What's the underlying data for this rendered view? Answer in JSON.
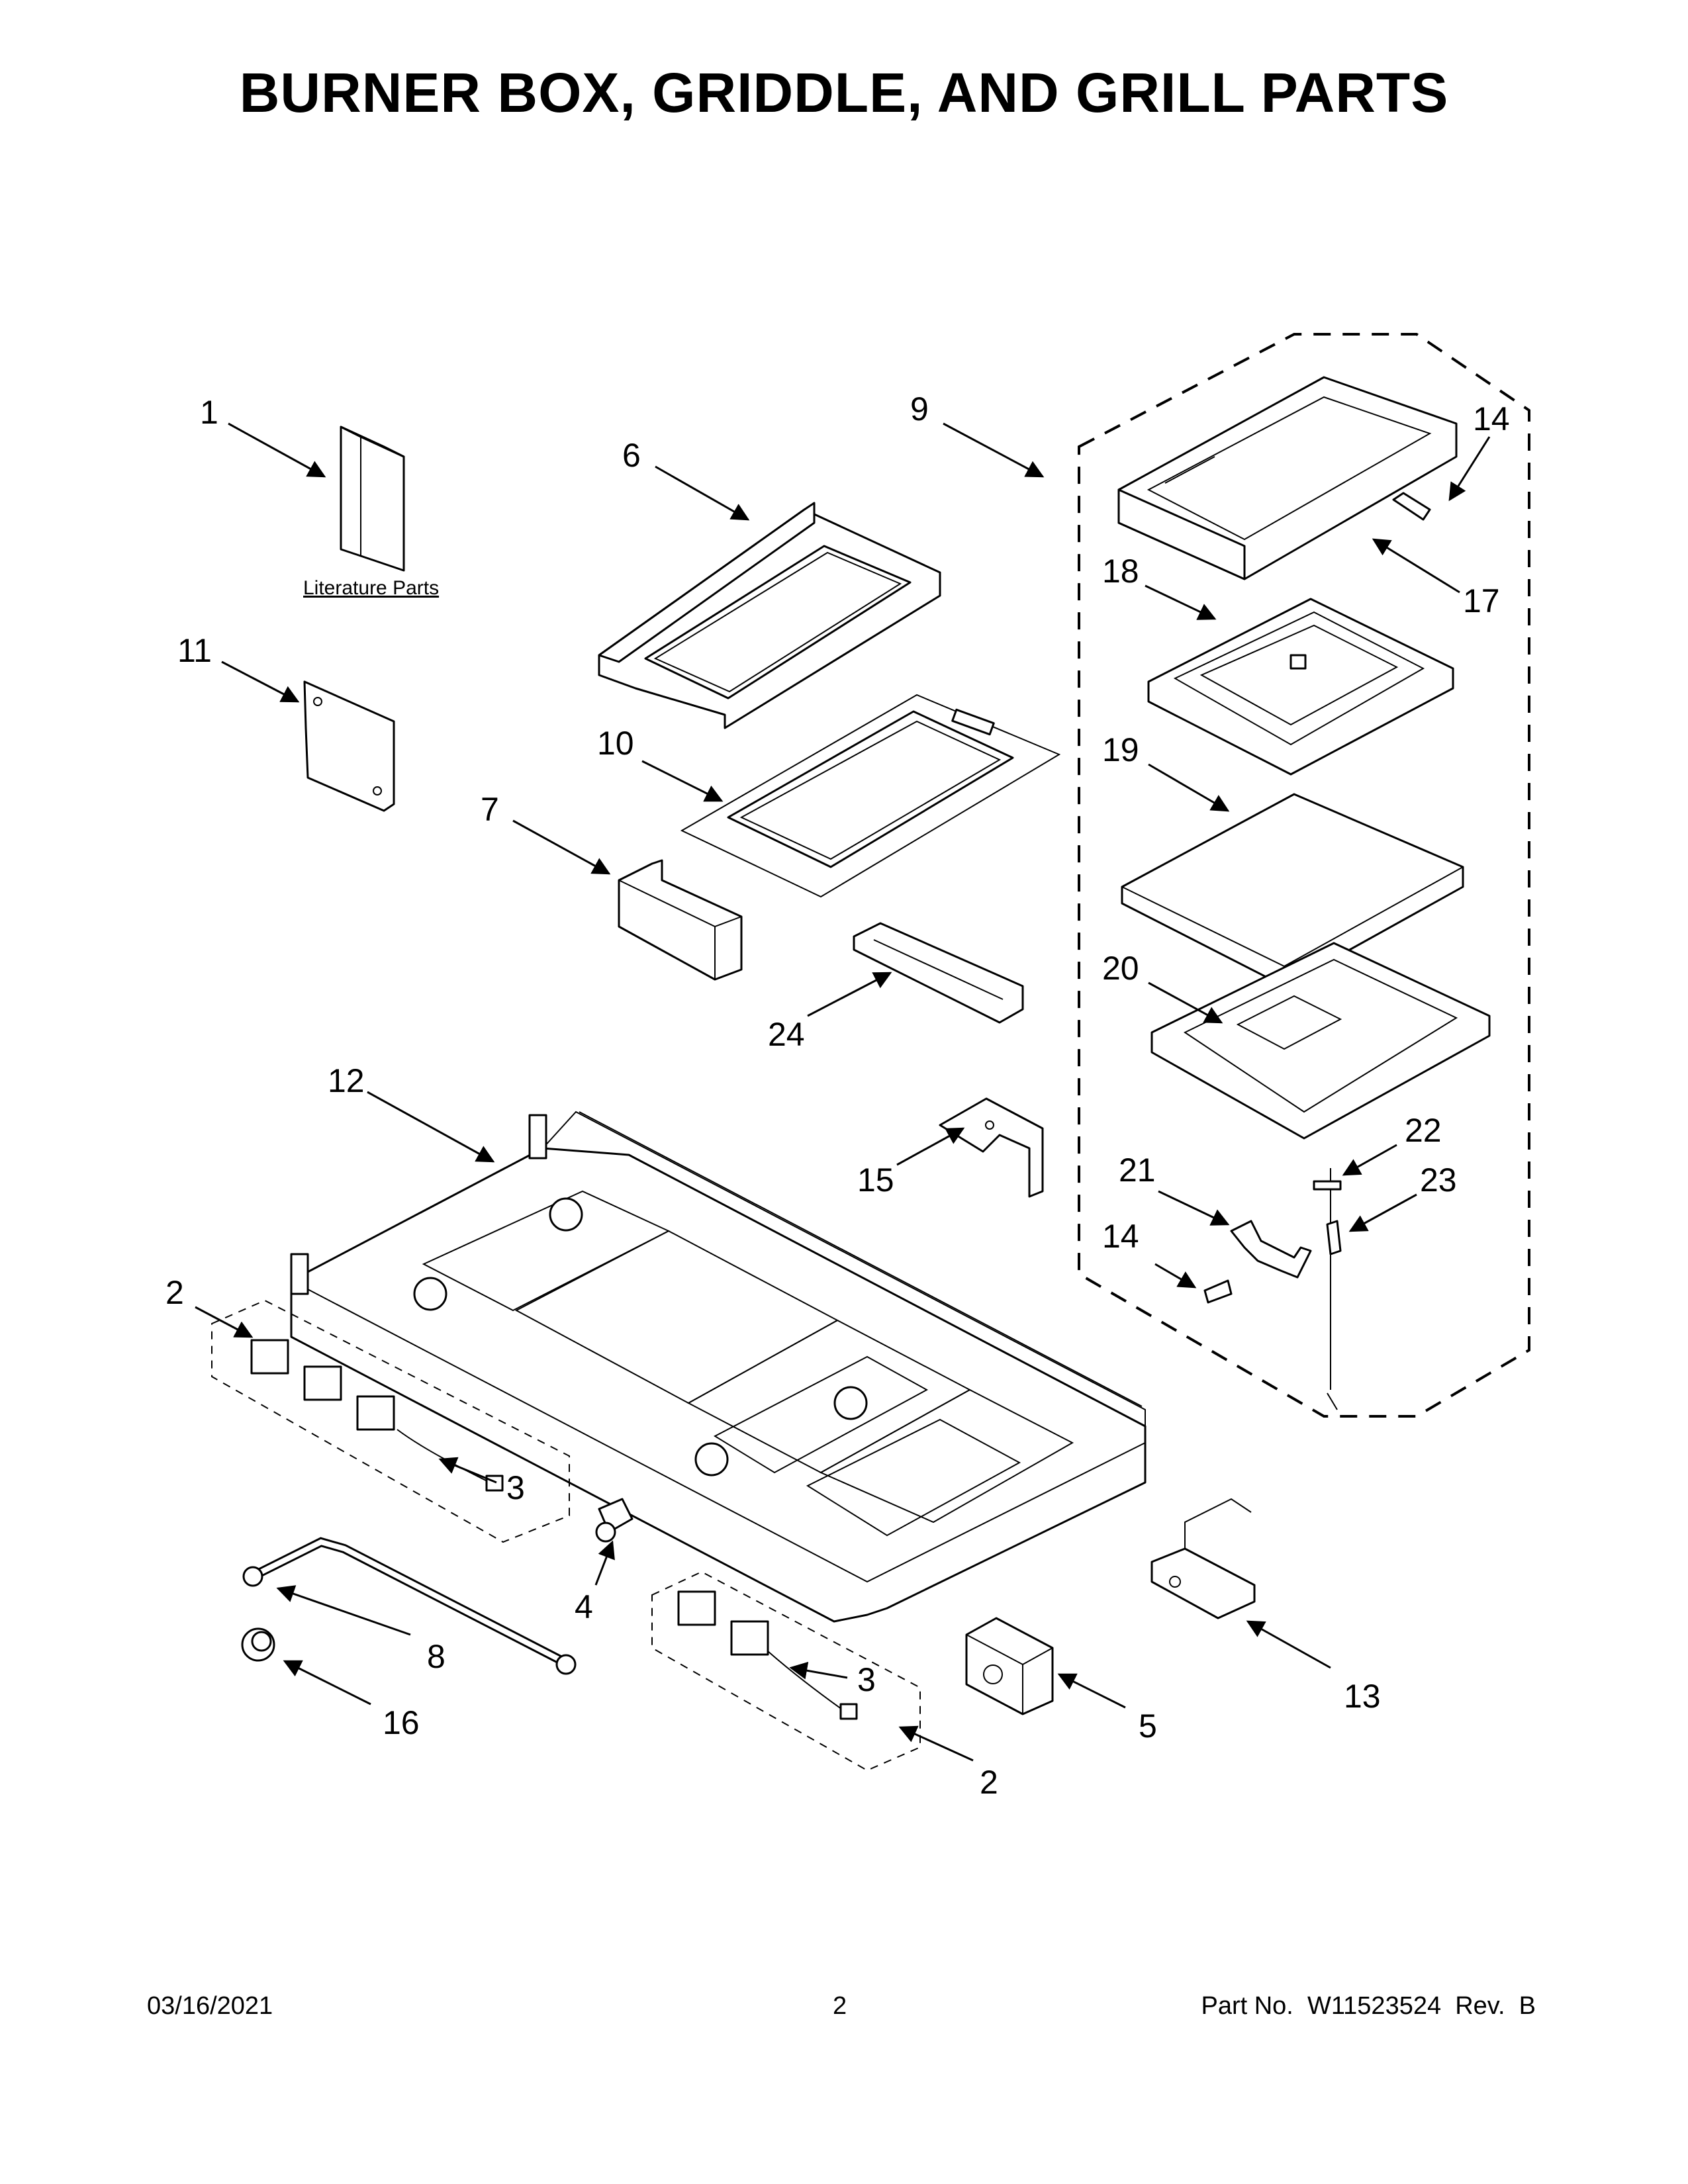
{
  "title": "BURNER BOX, GRIDDLE, AND GRILL PARTS",
  "literature_label": "Literature Parts",
  "callouts": [
    "1",
    "2",
    "2",
    "3",
    "3",
    "4",
    "5",
    "6",
    "7",
    "8",
    "9",
    "10",
    "11",
    "12",
    "13",
    "14",
    "14",
    "15",
    "16",
    "17",
    "18",
    "19",
    "20",
    "21",
    "22",
    "23",
    "24"
  ],
  "footer": {
    "date": "03/16/2021",
    "page": "2",
    "part_no": "Part No.  W11523524  Rev.  B"
  }
}
